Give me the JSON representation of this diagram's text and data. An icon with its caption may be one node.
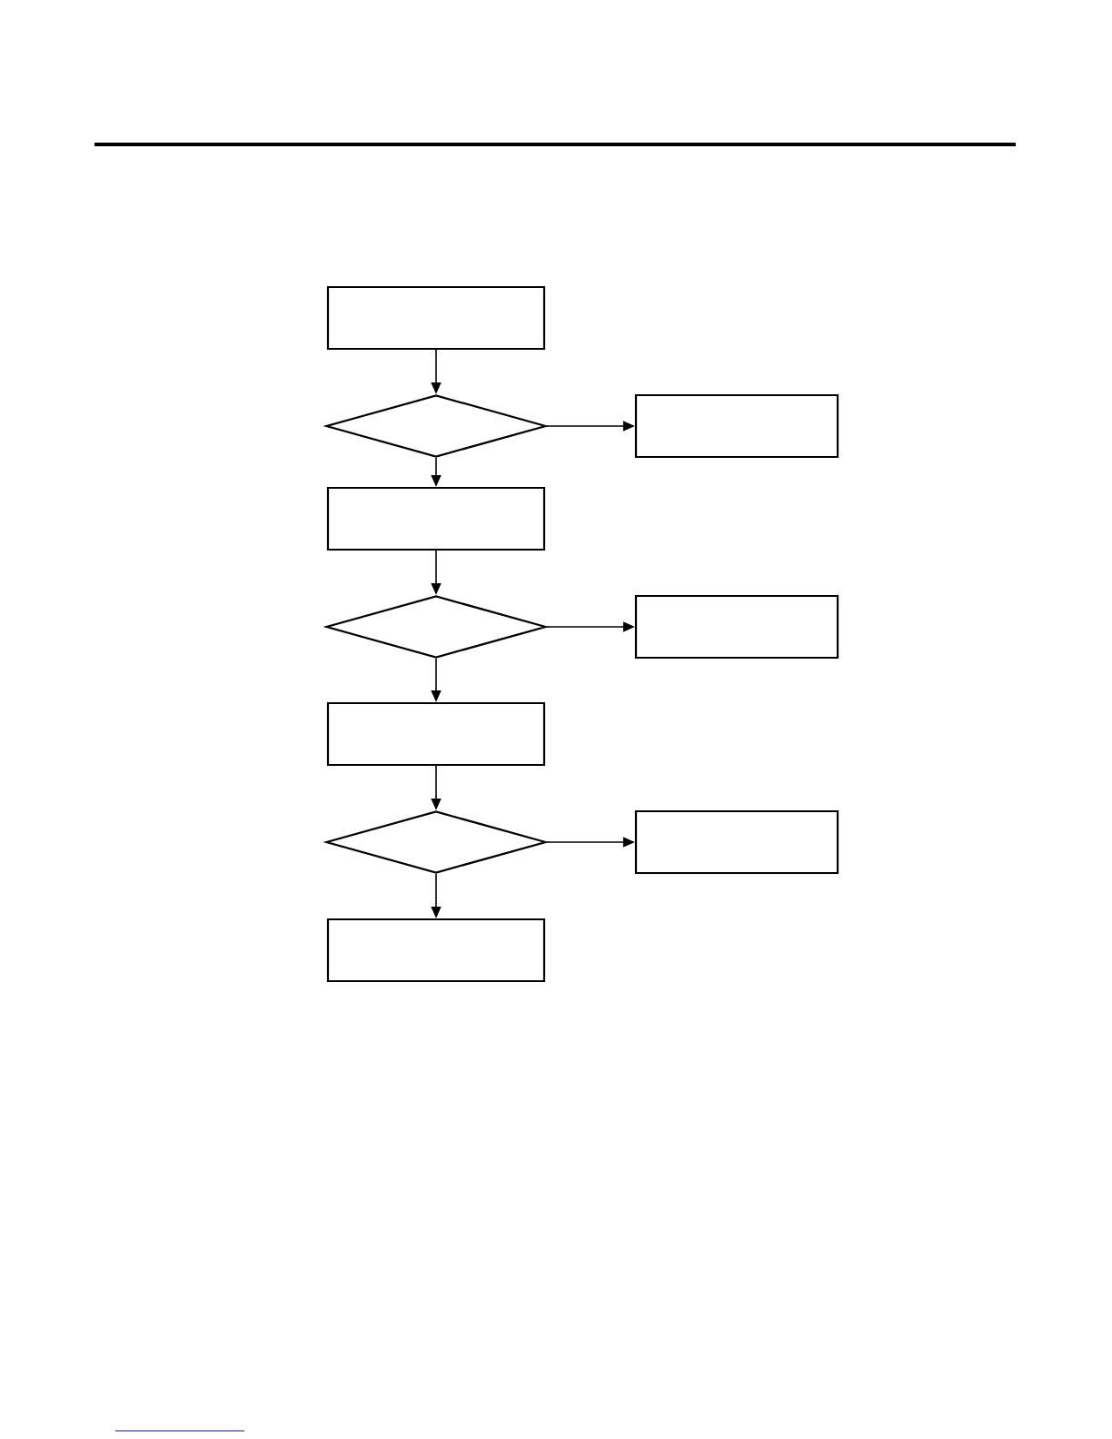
{
  "diagram": {
    "nodes": [
      {
        "text": [],
        "shape": "box"
      },
      {
        "text": [],
        "shape": "diamond"
      },
      {
        "text": [],
        "shape": "box"
      },
      {
        "text": [],
        "shape": "box"
      },
      {
        "text": [],
        "shape": "diamond"
      },
      {
        "text": [],
        "shape": "box"
      },
      {
        "text": [],
        "shape": "box"
      },
      {
        "text": [],
        "shape": "diamond"
      },
      {
        "text": [],
        "shape": "box"
      },
      {
        "text": [],
        "shape": "box"
      }
    ],
    "edges": [
      {
        "from": 0,
        "to": 1,
        "arrow": "to"
      },
      {
        "from": 1,
        "to": 2,
        "arrow": "to"
      },
      {
        "from": 1,
        "to": 3,
        "arrow": "to"
      },
      {
        "from": 3,
        "to": 4,
        "arrow": "to"
      },
      {
        "from": 4,
        "to": 5,
        "arrow": "to"
      },
      {
        "from": 4,
        "to": 6,
        "arrow": "to"
      },
      {
        "from": 6,
        "to": 7,
        "arrow": "to"
      },
      {
        "from": 7,
        "to": 8,
        "arrow": "to"
      },
      {
        "from": 7,
        "to": 9,
        "arrow": "to"
      }
    ]
  }
}
